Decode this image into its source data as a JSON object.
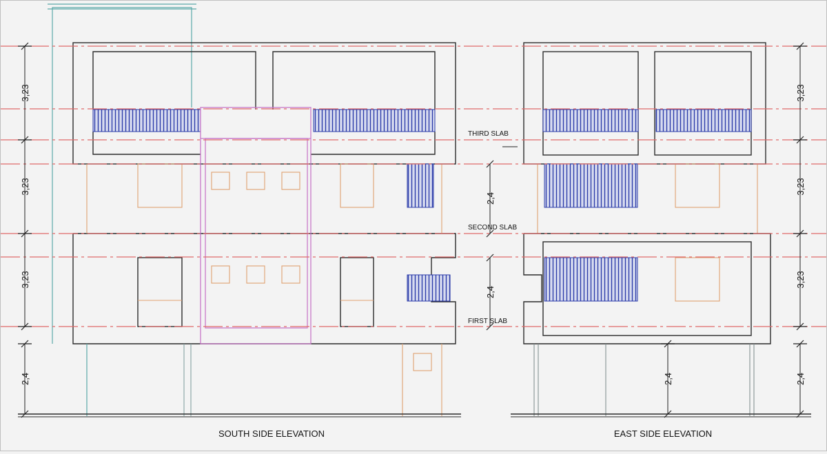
{
  "captions": {
    "south": "SOUTH SIDE ELEVATION",
    "east": "EAST SIDE ELEVATION"
  },
  "slab_labels": {
    "third": "THIRD SLAB",
    "second": "SECOND SLAB",
    "first": "FIRST SLAB"
  },
  "dimensions": {
    "floor_height": "3,23",
    "ground_height": "2,4",
    "window_height": "2,4"
  },
  "colors": {
    "outline": "#2b2b2b",
    "grid_line": "#e06a6a",
    "hatch": "#2a3aa8",
    "opening": "#e0a070",
    "core": "#c878c8",
    "pipe": "#5aa8a8"
  }
}
